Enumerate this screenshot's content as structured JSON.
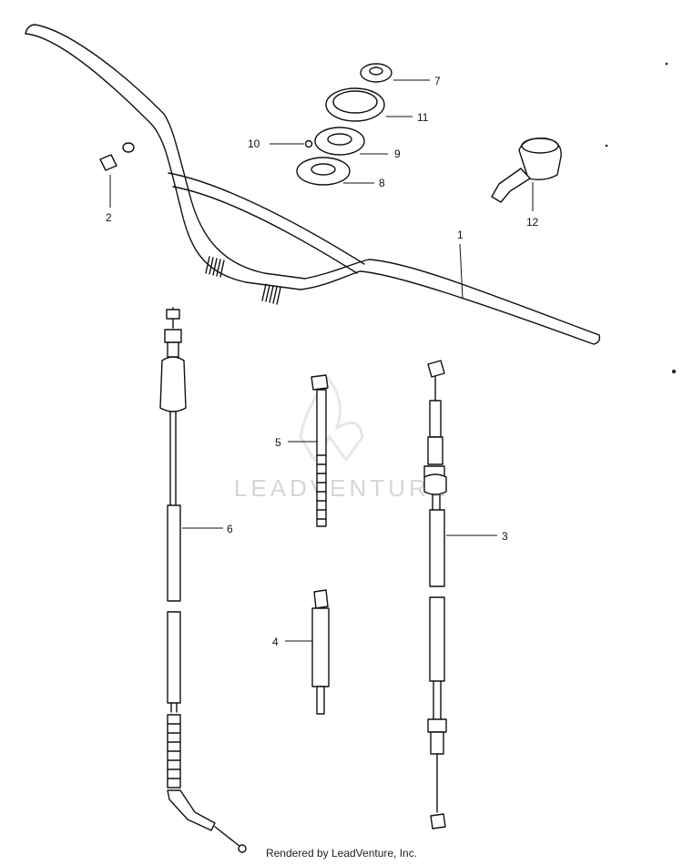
{
  "footer": {
    "text": "Rendered by LeadVenture, Inc."
  },
  "watermark": {
    "text": "LEADVENTURE"
  },
  "labels": {
    "p1": "1",
    "p2": "2",
    "p3": "3",
    "p4": "4",
    "p5": "5",
    "p6": "6",
    "p7": "7",
    "p8": "8",
    "p9": "9",
    "p10": "10",
    "p11": "11",
    "p12": "12"
  }
}
